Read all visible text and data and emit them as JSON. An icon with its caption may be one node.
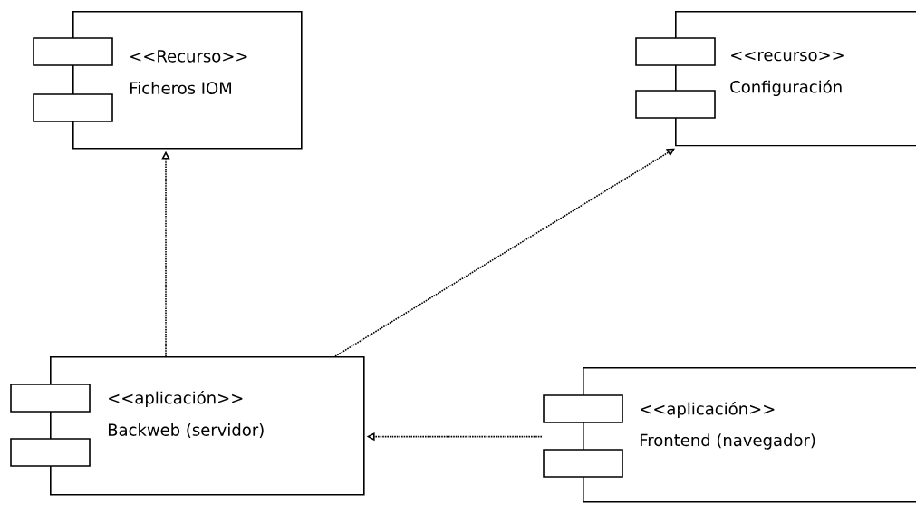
{
  "diagram": {
    "nodes": [
      {
        "text": [
          "<<Recurso>>",
          "Ficheros IOM"
        ]
      },
      {
        "text": [
          "<<recurso>>",
          "Configuración"
        ]
      },
      {
        "text": [
          "<<aplicación>>",
          "Backweb (servidor)"
        ]
      },
      {
        "text": [
          "<<aplicación>>",
          "Frontend (navegador)"
        ]
      }
    ],
    "edges": [
      {
        "from": 2,
        "to": 0,
        "arrow": "to",
        "style": "dashed"
      },
      {
        "from": 2,
        "to": 1,
        "arrow": "to",
        "style": "dashed"
      },
      {
        "from": 3,
        "to": 2,
        "arrow": "to",
        "style": "dashed"
      }
    ]
  }
}
